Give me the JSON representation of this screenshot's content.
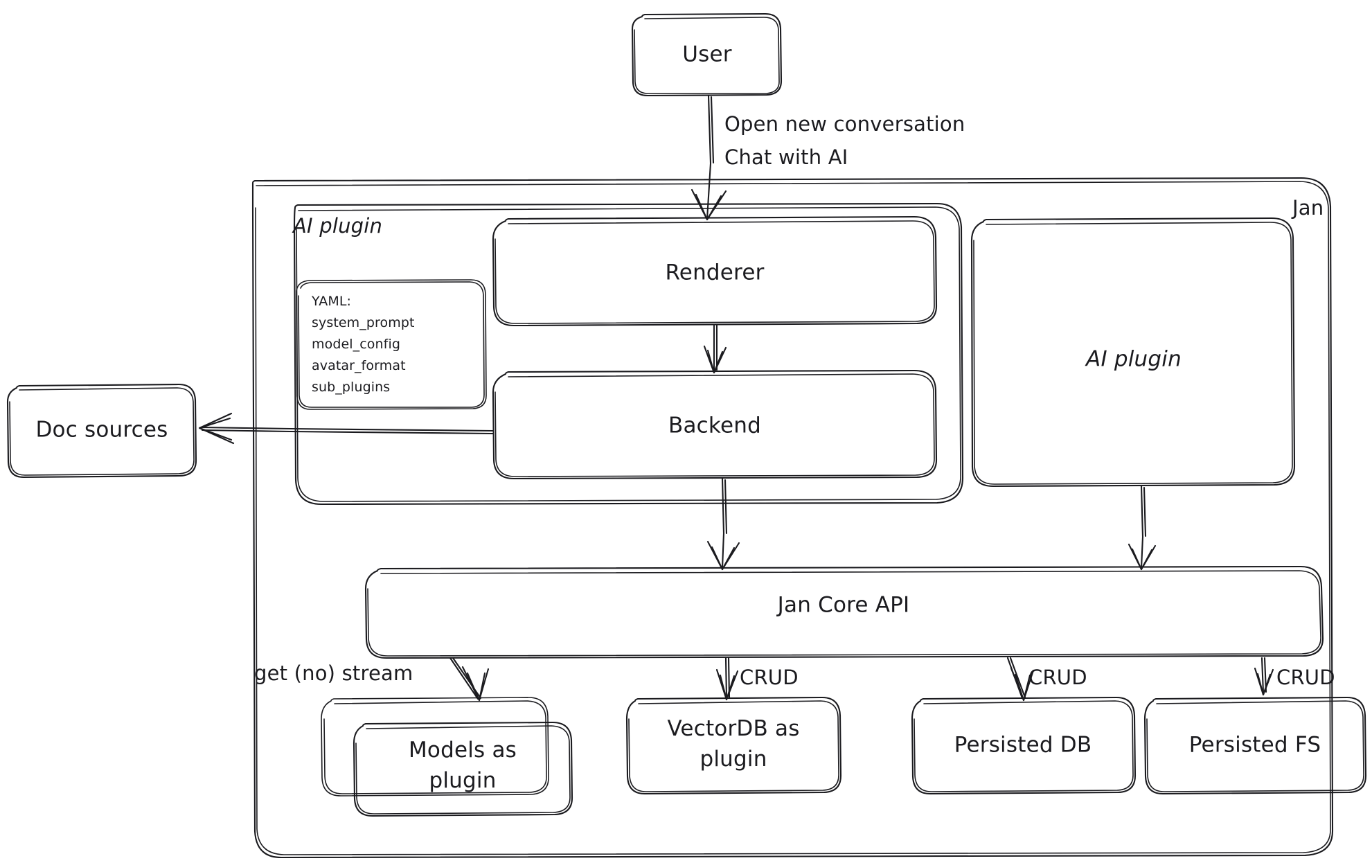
{
  "diagram": {
    "title": "Jan architecture diagram",
    "style": "hand-drawn",
    "stroke_color": "#1b1b1f",
    "background_color": "#ffffff"
  },
  "nodes": {
    "user": {
      "label": "User"
    },
    "jan_container": {
      "label": "Jan"
    },
    "ai_plugin_group": {
      "label": "AI plugin"
    },
    "yaml_note": {
      "lines": [
        "YAML:",
        "system_prompt",
        "model_config",
        "avatar_format",
        "sub_plugins"
      ]
    },
    "renderer": {
      "label": "Renderer"
    },
    "backend": {
      "label": "Backend"
    },
    "ai_plugin_box": {
      "label": "AI plugin"
    },
    "doc_sources": {
      "label": "Doc sources"
    },
    "jan_core_api": {
      "label": "Jan Core API"
    },
    "models_plugin": {
      "line1": "Models as",
      "line2": "plugin"
    },
    "vectordb_plugin": {
      "line1": "VectorDB as",
      "line2": "plugin"
    },
    "persisted_db": {
      "label": "Persisted DB"
    },
    "persisted_fs": {
      "label": "Persisted FS"
    }
  },
  "edges": {
    "user_to_renderer": {
      "line1": "Open new conversation",
      "line2": "Chat with AI"
    },
    "renderer_to_backend": {
      "label": ""
    },
    "backend_to_doc_sources": {
      "label": ""
    },
    "backend_to_core": {
      "label": ""
    },
    "ai_plugin_to_core": {
      "label": ""
    },
    "core_to_models": {
      "label": "get (no) stream"
    },
    "core_to_vectordb": {
      "label": "CRUD"
    },
    "core_to_persisted_db": {
      "label": "CRUD"
    },
    "core_to_persisted_fs": {
      "label": "CRUD"
    }
  }
}
